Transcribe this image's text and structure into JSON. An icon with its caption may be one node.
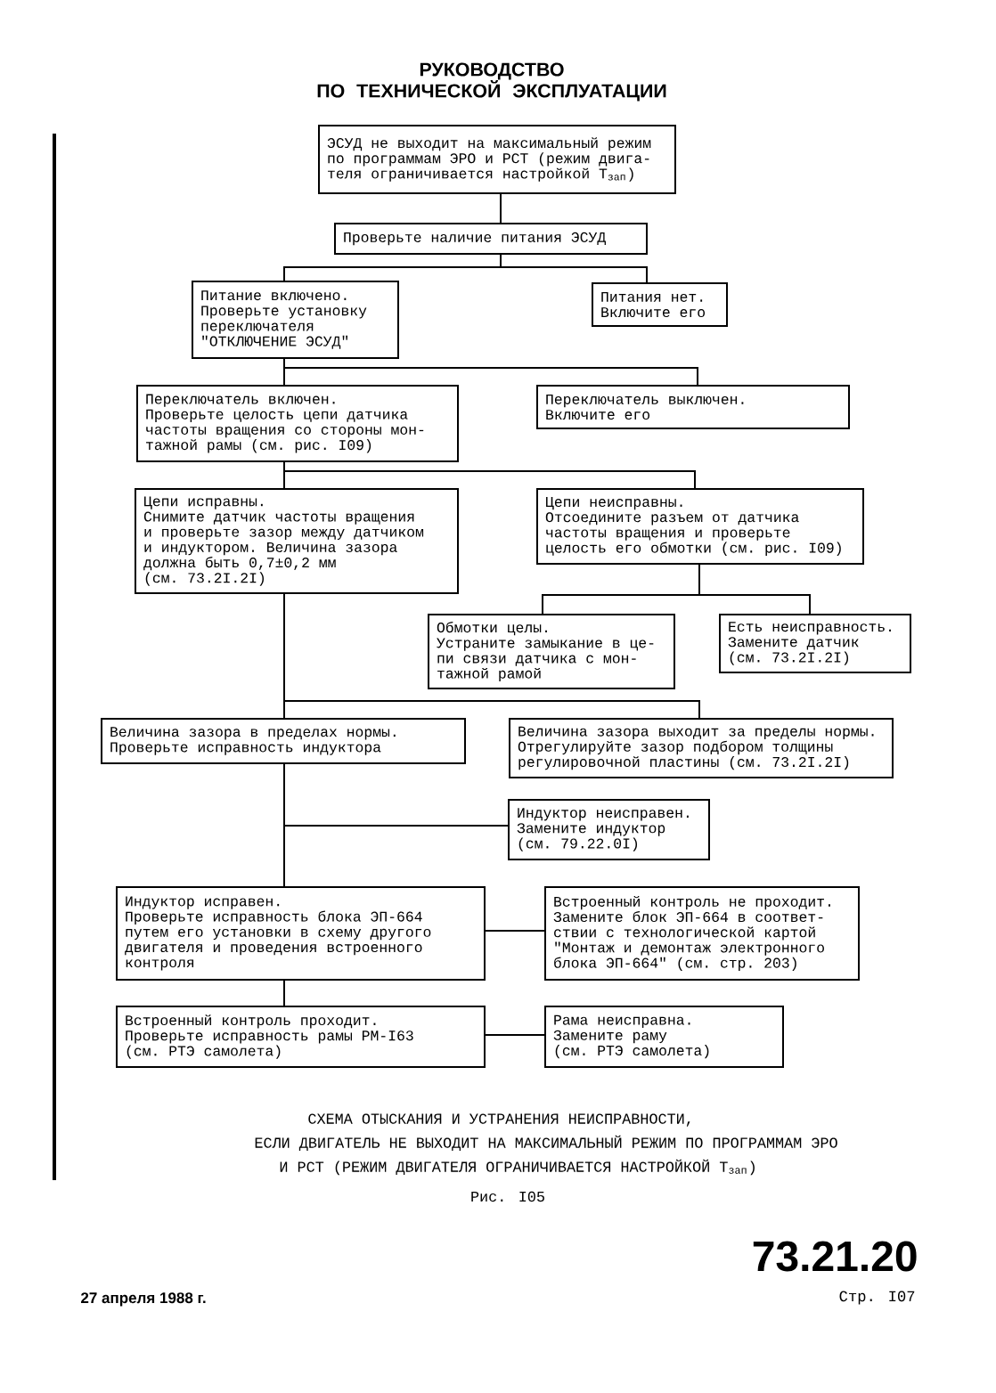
{
  "diagram": {
    "title": "РУКОВОДСТВО ПО ТЕХНИЧЕСКОЙ ЭКСПЛУАТАЦИИ",
    "caption": "СХЕМА ОТЫСКАНИЯ И УСТРАНЕНИЯ НЕИСПРАВНОСТИ, ЕСЛИ ДВИГАТЕЛЬ НЕ ВЫХОДИТ НА МАКСИМАЛЬНЫЙ РЕЖИМ ПО ПРОГРАММАМ ЭРО И РСТ (РЕЖИМ ДВИГАТЕЛЯ ОГРАНИЧИВАЕТСЯ НАСТРОЙКОЙ Т$_{зап}$)",
    "nodes": [
      {
        "text": [
          "ЭСУД не выходит на максимальный режим по программам ЭРО и РСТ (режим двига- теля ограничивается настройкой Т$_{зап}$)"
        ]
      },
      {
        "text": [
          "Проверьте наличие питания ЭСУД"
        ]
      },
      {
        "text": [
          "Питание включено.",
          "Проверьте установку переключателя \"ОТКЛЮЧЕНИЕ ЭСУД\""
        ]
      },
      {
        "text": [
          "Питания нет.",
          "Включите его"
        ]
      },
      {
        "text": [
          "Переключатель включен.",
          "Проверьте целость цепи датчика частоты вращения со стороны мон- тажной рамы (см. рис. I09)"
        ]
      },
      {
        "text": [
          "Переключатель выключен.",
          "Включите его"
        ]
      },
      {
        "text": [
          "Цепи исправны.",
          "Снимите датчик частоты вращения и проверьте зазор между датчиком и индуктором. Величина зазора должна быть 0,7±0,2 мм",
          "(см. 73.2I.2I)"
        ]
      },
      {
        "text": [
          "Цепи неисправны.",
          "Отсоедините разъем от датчика частоты вращения и проверьте целость его обмотки (см. рис. I09)"
        ]
      },
      {
        "text": [
          "Обмотки целы.",
          "Устраните замыкание в це- пи связи датчика с мон- тажной рамой"
        ]
      },
      {
        "text": [
          "Есть неисправность.",
          "Замените датчик",
          "(см. 73.2I.2I)"
        ]
      },
      {
        "text": [
          "Величина зазора в пределах нормы.",
          "Проверьте исправность индуктора"
        ]
      },
      {
        "text": [
          "Величина зазора выходит за пределы нормы.",
          "Отрегулируйте зазор подбором толщины регулировочной пластины (см. 73.2I.2I)"
        ]
      },
      {
        "text": [
          "Индуктор неисправен.",
          "Замените индуктор",
          "(см. 79.22.0I)"
        ]
      },
      {
        "text": [
          "Индуктор исправен.",
          "Проверьте исправность блока ЭП-664 путем его установки в схему другого двигателя и проведения встроенного контроля"
        ]
      },
      {
        "text": [
          "Встроенный контроль не проходит.",
          "Замените блок ЭП-664 в соответ- ствии с технологической картой \"Монтаж и демонтаж электронного блока ЭП-664\" (см. стр. 203)"
        ]
      },
      {
        "text": [
          "Встроенный контроль проходит.",
          "Проверьте исправность рамы РМ-I63",
          "(см. РТЭ самолета)"
        ]
      },
      {
        "text": [
          "Рама неисправна.",
          "Замените раму",
          "(см. РТЭ самолета)"
        ]
      }
    ],
    "edges": [
      {
        "from": 0,
        "to": 1,
        "arrow": "none"
      },
      {
        "from": 1,
        "to": 2,
        "arrow": "none"
      },
      {
        "from": 1,
        "to": 3,
        "arrow": "none"
      },
      {
        "from": 2,
        "to": 4,
        "arrow": "none"
      },
      {
        "from": 2,
        "to": 5,
        "arrow": "none"
      },
      {
        "from": 4,
        "to": 6,
        "arrow": "none"
      },
      {
        "from": 4,
        "to": 7,
        "arrow": "none"
      },
      {
        "from": 7,
        "to": 8,
        "arrow": "none"
      },
      {
        "from": 7,
        "to": 9,
        "arrow": "none"
      },
      {
        "from": 6,
        "to": 10,
        "arrow": "none"
      },
      {
        "from": 6,
        "to": 11,
        "arrow": "none"
      },
      {
        "from": 10,
        "to": 12,
        "arrow": "none"
      },
      {
        "from": 10,
        "to": 13,
        "arrow": "none"
      },
      {
        "from": 13,
        "to": 14,
        "arrow": "none"
      },
      {
        "from": 13,
        "to": 15,
        "arrow": "none"
      },
      {
        "from": 15,
        "to": 16,
        "arrow": "none"
      }
    ],
    "labels": [
      "Рис. I05",
      "73.21.20",
      "27 апреля 1988 г.",
      "Стр. I07"
    ]
  }
}
